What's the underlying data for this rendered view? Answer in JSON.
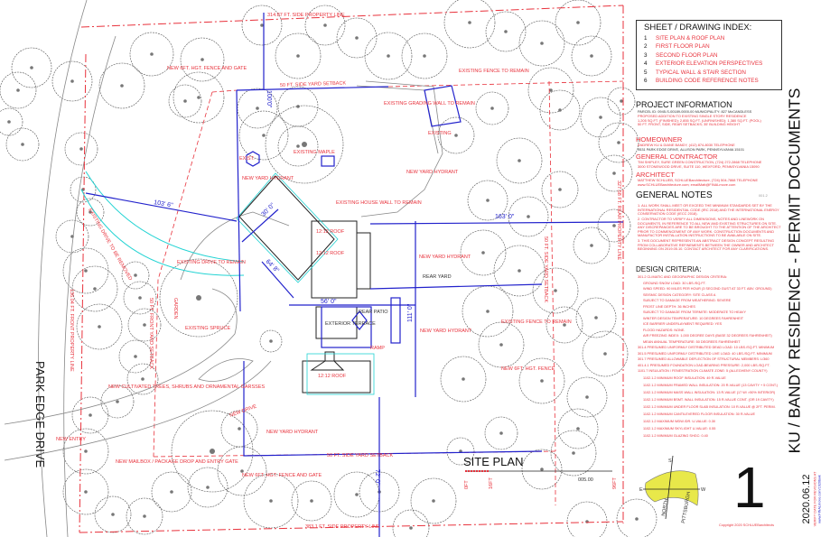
{
  "title": "KU / BANDY RESIDENCE - PERMIT DOCUMENTS",
  "sheet_number": "1",
  "date": "2020.06.12",
  "revision_note": "VERIFY DATE FOR REVISIONS AT",
  "revision_url": "www.FINALmove.com/1920bwk",
  "copyright": "Copyright 2020 SCHLUEBarchitects",
  "drawing_title": "SITE PLAN",
  "scale_bar": {
    "start": "0FT",
    "mid": "16FT",
    "end": "96FT",
    "value": "005.00"
  },
  "compass": {
    "north": "S",
    "west": "W",
    "east": "E",
    "south_label": "NORTH",
    "city": "PITTSBURGH"
  },
  "colors": {
    "annotation": "#e8323c",
    "dimension": "#2222cc",
    "linework": "#333333",
    "roof_outline": "#22d3d3",
    "compass_fill": "#e8e84a"
  },
  "sheet_index": {
    "heading": "SHEET / DRAWING  INDEX:",
    "items": [
      {
        "n": "1",
        "label": "SITE PLAN  &  ROOF PLAN"
      },
      {
        "n": "2",
        "label": "FIRST FLOOR PLAN"
      },
      {
        "n": "3",
        "label": "SECOND FLOOR PLAN"
      },
      {
        "n": "4",
        "label": "EXTERIOR ELEVATION PERSPECTIVES"
      },
      {
        "n": "5",
        "label": "TYPICAL WALL & STAIR SECTION"
      },
      {
        "n": "6",
        "label": "BUILDING CODE REFERENCE NOTES"
      }
    ]
  },
  "project_info": {
    "heading": "PROJECT INFORMATION",
    "parcel": "PARCEL ID: 0945-S-00189-0000-00    MUNICIPALITY:  827 McCANDLESS",
    "lines": [
      "PROPOSED ADDITION TO EXISTING SINGLE STORY RESIDENCE",
      "1,205 SQ.FT. (FINISHED); 2,855 SQ.FT. (UNFINISHED); 1,380 SQ.FT. (POOL)",
      "50 FT. FRONT, SIDE, REAR SETBACKS; 35' BUILDING HEIGHT"
    ]
  },
  "homeowner": {
    "heading": "HOMEOWNER",
    "line1": "ANDREW KU & DIANE BANDY,  (412) 874-8030  TELEPHONE",
    "line2": "9531 PARK EDGE DRIVE, ALLISON PARK, PENNSYLVANIA  15101"
  },
  "contractor": {
    "heading": "GENERAL CONTRACTOR",
    "line1": "TIM SHIPLEY, SURE GREEN CONSTRUCTION,  (724) 272-2868 TELEPHONE",
    "line2": "3000 STONEWOOD DRIVE, SUITE 110, WEXFORD, PENNSYLVANIA  15090"
  },
  "architect": {
    "heading": "ARCHITECT",
    "line1": "MATTHEW SCHLUEB, SCHLUEBarchitecture,  (724) 504-7868 TELEPHONE",
    "line2": "www.SCHLUEBarchitecture.com; emailMatt@FINALmove.com"
  },
  "general_notes": {
    "heading": "GENERAL NOTES",
    "code": "001.2",
    "notes": [
      "1. ALL WORK SHALL MEET OR EXCEED THE MINIMUM STANDARDS SET BY THE INTERNATIONAL RESIDENTIAL CODE (IRC 2018) AND THE INTERNATIONAL ENERGY CONSERVATION CODE (IECC 2018).",
      "2. CONTRACTOR TO VERIFY ALL DIMENSIONS, NOTES AND LINEWORK ON DOCUMENTS, IN REFERENCE TO ALL NEW AND EXISTING STRUCTURES ON SITE. ANY DISCREPANCIES ARE TO BE BROUGHT TO THE ATTENTION OF THE ARCHITECT PRIOR TO COMMENCEMENT OF ANY WORK.  CONSTRUCTION DOCUMENTS AND MANUFACTOR INSTALLATION INSTRUCTIONS TO BE AVAILABLE ON SITE.",
      "3. THIS DOCUMENT REPRESENTS AN ABSTRACT DESIGN CONCEPT RESULTING FROM COLLABORATIVE REFINEMENTS BETWEEN THE OWNER AND ARCHITECT BEGINNING ON 2019.05.10.  CONTACT ARCHITECT FOR ANY CLARIFICATIONS."
    ]
  },
  "design_criteria": {
    "heading": "DESIGN CRITERIA:",
    "climatic_heading": "301.2  CLIMATIC AND GEOGRAPHIC DESIGN CRITERIA:",
    "climatic": [
      "GROUND SNOW LOAD:  30 LBS./SQ.FT.",
      "WIND SPEED: 90 MILES PER HOUR (3 SECOND GUST AT 33 FT. ABV. GROUND)",
      "SEISMIC DESIGN CATEGORY: SITE CLASS A",
      "SUBJECT TO DAMAGE FROM WEATHERING: SEVERE",
      "FROST LINE DEPTH: 36 INCHES",
      "SUBJECT TO DAMAGE FROM TERMITE: MODERATE TO HEAVY",
      "WINTER DESIGN TEMPERATURE: 10 DEGREES FAHRENHEIT",
      "ICE BARRIER UNDERLAYMENT REQUIRED: YES",
      "FLOOD HAZARDS: NONE.",
      "AIR FREEZING INDEX: 1,000 DEGREE DAYS (BASE 32 DEGREES FAHRENHEIT)",
      "MEAN ANNUAL TEMPERATURE: 50 DEGREES FAHRENHEIT"
    ],
    "loads": [
      "301.4  PRESUMED UNIFORMLY DISTRIBUTED DEAD LOAD: 10 LBS./SQ.FT. MINIMUM",
      "301.5  PRESUMED UNIFORMLY DISTRIBUTED LIVE LOAD: 40 LBS./SQ.FT. MINIMUM",
      "301.7  PRESUMED ALLOWABLE DEFLECTION OF STRUCTURAL MEMBERS: L/360",
      "401.4.1  PRESUMED FOUNDATION LOAD-BEARING PRESSURE: 2,000 LBS./SQ.FT.",
      "1101.7  INSULATION / FENESTRATION CLIMATE ZONE: 5 (ALLEGHENY COUNTY)"
    ],
    "insulation": [
      "1102.1.2   MINIMUM ROOF INSULATION:  49 R-VALUE",
      "1102.1.2   MINIMUM FRAMED WALL INSULATION:  20 R-VALUE (13 CAVITY + 5 CONT.)",
      "1102.1.2   MINIMUM MASS WALL INSULATION:  13 R-VALUE (17 W/ >50% INTERIOR)",
      "1102.1.2   MINIMUM BSMT. WALL INSULATION:  15 R-VALUE CONT. (OR 19 CAVITY)",
      "1102.1.2   MINIMUM UNDER FLOOR SLAB INSULATION:  10 R-VALUE @ 2FT. PERIM.",
      "1102.1.2   MINIMUM CANTILEVERED FLOOR INSULATION:  30 R-VALUE",
      "1102.1.2   MAXIMUM WDW./DR. U-VALUE:  0.30",
      "1102.1.2   MAXIMUM SKYLIGHT U-VALUE:  0.55",
      "1102.1.2   MINIMUM GLAZING SHGC:  0.40"
    ]
  },
  "plan_labels": {
    "street": "PARK EDGE DRIVE",
    "top_property_line": "314.87 FT. SIDE PROPERTY LINE",
    "bottom_property_line": "383.1 FT. SIDE PROPERTY LINE",
    "front_property_line": "136.04 FT. FRONT PROPERTY LINE",
    "rear_property_line": "327.58 FT. REAR PROPERTY LINE",
    "top_setback": "50 FT. SIDE YARD SETBACK",
    "bottom_setback": "50 FT. SIDE YARD SETBACK",
    "front_setback": "50 FT. FRONT YARD SETBACK",
    "rear_setback": "50 FT. SIDE YARD SETBACK",
    "fence_gate_top": "NEW 6FT. HGT. FENCE AND GATE",
    "fence_gate_bottom": "NEW 6FT. HGT. FENCE AND GATE",
    "existing_fence_top": "EXISTING FENCE TO REMAIN",
    "existing_fence_right": "EXISTING FENCE TO REMAIN",
    "new_fence_right": "NEW 6FT. HGT. FENCE",
    "grading_wall": "EXISTING GRADING WALL TO REMAIN",
    "house_wall": "EXISTING HOUSE WALL TO REMAIN",
    "existing_drive": "EXISTING DRIVE TO REMAIN",
    "existing_drive_removed": "EXISTING DRIVE TO BE REMOVED",
    "existing_maple": "EXISTING MAPLE",
    "existing_spruce": "EXISTING SPRUCE",
    "existing_shed": "EXISTING",
    "exist": "EXIST.",
    "hydrant": "NEW YARD HYDRANT",
    "rear_yard": "REAR YARD",
    "rear_patio": "REAR PATIO",
    "exterior_terrace": "EXTERIOR TERRACE",
    "ramp": "RAMP",
    "new_drive": "NEW DRIVE",
    "garden": "GARDEN",
    "cultivated": "NEW CULTIVATED TREES, SHRUBS AND ORNAMENTAL GARSSES",
    "mailbox": "NEW MAILBOX / PACKAGE DROP AND ENTRY GATE",
    "new_entry": "NEW ENTRY",
    "roof": "12:12 ROOF",
    "dim_top": "100'0\"",
    "dim_left": "103' 6\"",
    "dim_right": "163' 0\"",
    "dim_wing_a": "30' 0\"",
    "dim_wing_b": "64' 8\"",
    "dim_middle": "56' 0\"",
    "dim_vertical": "111' 0\"",
    "dim_bottom": "72' 0\""
  }
}
